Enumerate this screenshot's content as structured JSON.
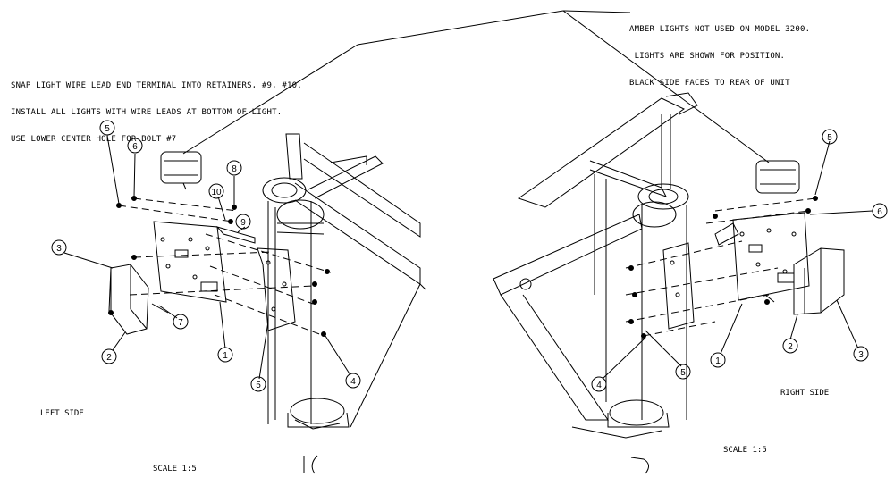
{
  "notes": {
    "wire_lead": [
      "SNAP LIGHT WIRE LEAD END TERMINAL INTO RETAINERS, #9, #10.",
      "INSTALL ALL LIGHTS WITH WIRE LEADS AT BOTTOM OF LIGHT.",
      "USE LOWER CENTER HOLE FOR BOLT #7"
    ],
    "amber": [
      "AMBER LIGHTS NOT USED ON MODEL 3200.",
      " LIGHTS ARE SHOWN FOR POSITION.",
      "BLACK SIDE FACES TO REAR OF UNIT"
    ]
  },
  "labels": {
    "left_side": "LEFT SIDE",
    "right_side": "RIGHT SIDE",
    "scale_left": "SCALE  1:5",
    "scale_right": "SCALE  1:5"
  },
  "left_balloons": [
    "5",
    "6",
    "3",
    "8",
    "10",
    "9",
    "7",
    "2",
    "1",
    "5",
    "4"
  ],
  "right_balloons": [
    "5",
    "6",
    "1",
    "2",
    "3",
    "4",
    "5"
  ]
}
